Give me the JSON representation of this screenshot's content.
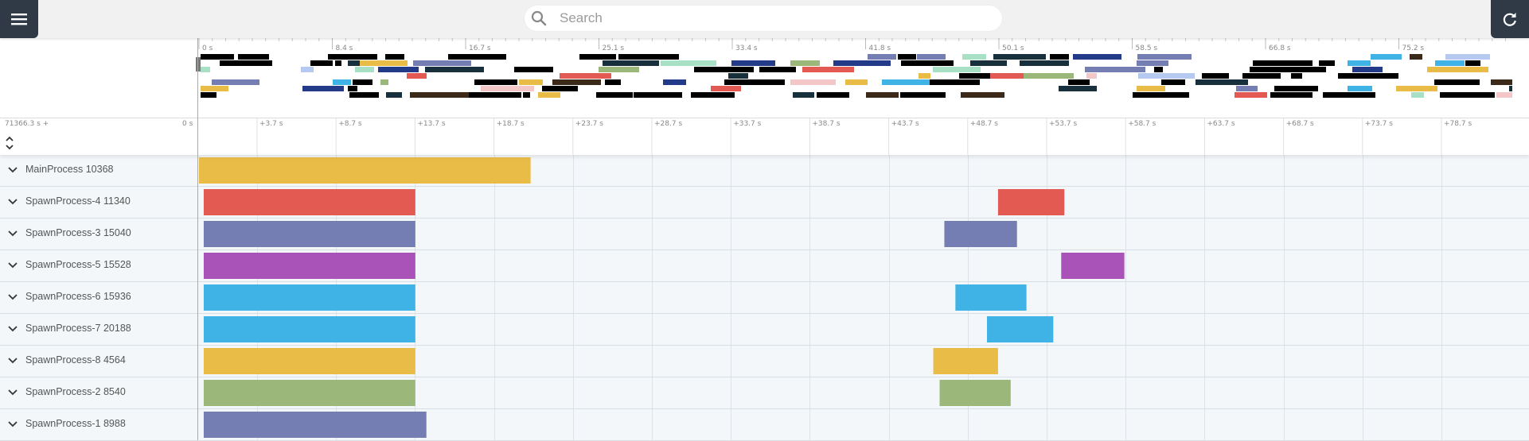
{
  "header": {
    "search_placeholder": "Search",
    "menu_icon": "hamburger-icon",
    "reload_icon": "reload-icon"
  },
  "overview": {
    "ticks": [
      "0 s",
      "8.4 s",
      "16.7 s",
      "25.1 s",
      "33.4 s",
      "41.8 s",
      "50.1 s",
      "58.5 s",
      "66.8 s",
      "75.2 s"
    ]
  },
  "time_axis": {
    "offset_label": "71366.3 s +",
    "zero_label": "0 s",
    "ticks": [
      "+3.7 s",
      "+8.7 s",
      "+13.7 s",
      "+18.7 s",
      "+23.7 s",
      "+28.7 s",
      "+33.7 s",
      "+38.7 s",
      "+43.7 s",
      "+48.7 s",
      "+53.7 s",
      "+58.7 s",
      "+63.7 s",
      "+68.7 s",
      "+73.7 s",
      "+78.7 s"
    ]
  },
  "tracks": [
    {
      "label": "MainProcess 10368",
      "color": "#e8bc47",
      "slices": [
        [
          0.0,
          21.0
        ]
      ]
    },
    {
      "label": "SpawnProcess-4 11340",
      "color": "#e25a51",
      "slices": [
        [
          0.3,
          13.7
        ],
        [
          50.6,
          54.8
        ]
      ]
    },
    {
      "label": "SpawnProcess-3 15040",
      "color": "#747eb3",
      "slices": [
        [
          0.3,
          13.7
        ],
        [
          47.2,
          51.8
        ]
      ]
    },
    {
      "label": "SpawnProcess-5 15528",
      "color": "#a953b8",
      "slices": [
        [
          0.3,
          13.7
        ],
        [
          54.6,
          58.6
        ]
      ]
    },
    {
      "label": "SpawnProcess-6 15936",
      "color": "#40b3e6",
      "slices": [
        [
          0.3,
          13.7
        ],
        [
          47.9,
          52.4
        ]
      ]
    },
    {
      "label": "SpawnProcess-7 20188",
      "color": "#40b3e6",
      "slices": [
        [
          0.3,
          13.7
        ],
        [
          49.9,
          54.1
        ]
      ]
    },
    {
      "label": "SpawnProcess-8 4564",
      "color": "#e8bc47",
      "slices": [
        [
          0.3,
          13.7
        ],
        [
          46.5,
          50.6
        ]
      ]
    },
    {
      "label": "SpawnProcess-2 8540",
      "color": "#9bb77a",
      "slices": [
        [
          0.3,
          13.7
        ],
        [
          46.9,
          51.4
        ]
      ]
    },
    {
      "label": "SpawnProcess-1 8988",
      "color": "#747eb3",
      "slices": [
        [
          0.3,
          14.4
        ]
      ]
    }
  ],
  "colors": {
    "accent_dark": "#2f3a46"
  }
}
